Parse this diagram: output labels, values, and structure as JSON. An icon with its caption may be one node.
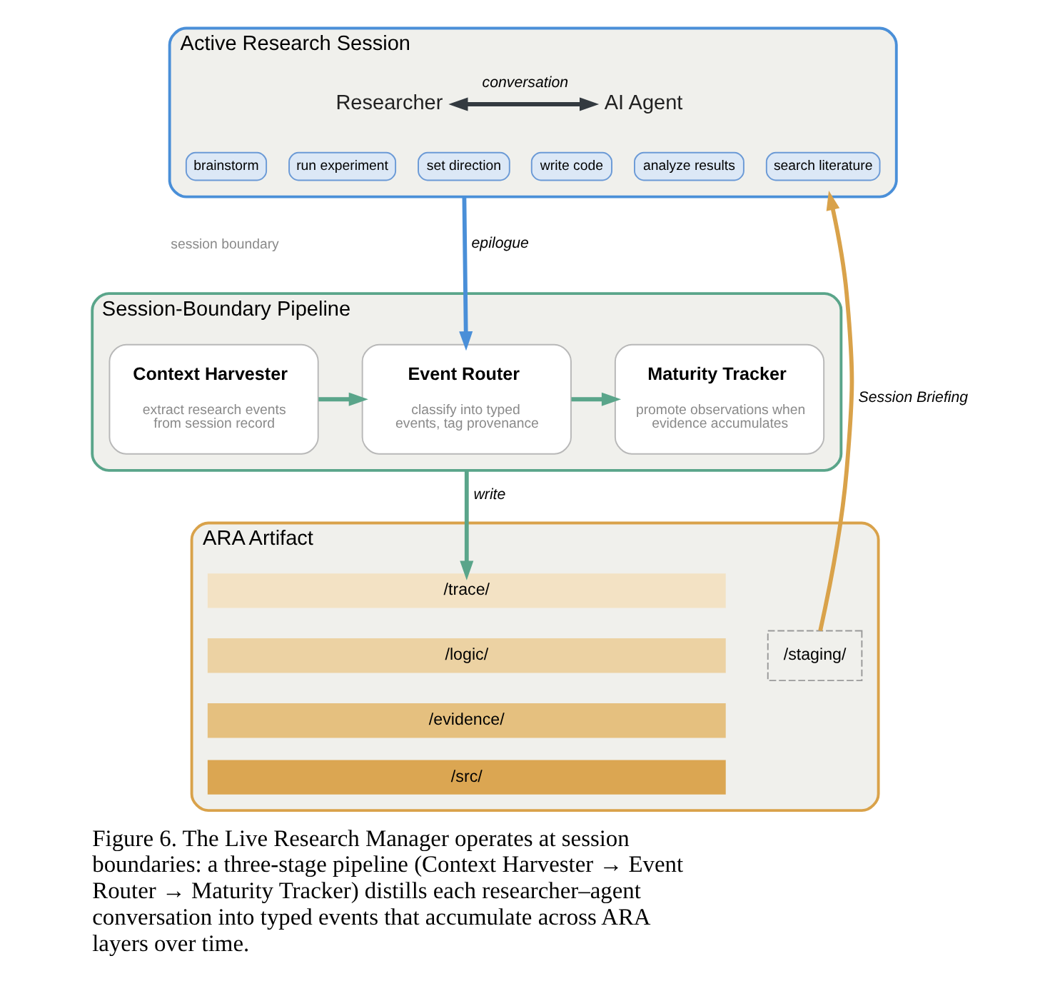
{
  "diagram": {
    "caption": "Figure 6. The Live Research Manager operates at session boundaries: a three-stage pipeline (Context Harvester → Event Router → Maturity Tracker) distills each researcher–agent conversation into typed events that accumulate across ARA layers over time.",
    "nodes": [
      {
        "text": [
          "Active Research Session"
        ]
      },
      {
        "text": [
          "Researcher"
        ],
        "in": 0
      },
      {
        "text": [
          "AI Agent"
        ],
        "in": 0
      },
      {
        "text": [
          "brainstorm"
        ],
        "in": 0
      },
      {
        "text": [
          "run experiment"
        ],
        "in": 0
      },
      {
        "text": [
          "set direction"
        ],
        "in": 0
      },
      {
        "text": [
          "write code"
        ],
        "in": 0
      },
      {
        "text": [
          "analyze results"
        ],
        "in": 0
      },
      {
        "text": [
          "search literature"
        ],
        "in": 0
      },
      {
        "text": [
          "Session-Boundary Pipeline"
        ]
      },
      {
        "text": [
          "Context Harvester",
          "extract research events from session record"
        ],
        "in": 9
      },
      {
        "text": [
          "Event Router",
          "classify into typed events, tag provenance"
        ],
        "in": 9
      },
      {
        "text": [
          "Maturity Tracker",
          "promote observations when evidence accumulates"
        ],
        "in": 9
      },
      {
        "text": [
          "ARA Artifact"
        ]
      },
      {
        "text": [
          "/trace/"
        ],
        "in": 13
      },
      {
        "text": [
          "/logic/"
        ],
        "in": 13
      },
      {
        "text": [
          "/evidence/"
        ],
        "in": 13
      },
      {
        "text": [
          "/src/"
        ],
        "in": 13
      },
      {
        "text": [
          "/staging/"
        ],
        "in": 13
      }
    ],
    "edges": [
      {
        "from": 1,
        "to": 2,
        "arrow": "both",
        "label": "conversation",
        "color": "#333a40"
      },
      {
        "from": 0,
        "to": 11,
        "arrow": "to",
        "label": "epilogue",
        "color": "#4a8fd8"
      },
      {
        "from": 10,
        "to": 11,
        "arrow": "to"
      },
      {
        "from": 11,
        "to": 12,
        "arrow": "to"
      },
      {
        "from": 9,
        "to": 14,
        "arrow": "to",
        "label": "write"
      },
      {
        "from": 18,
        "to": 0,
        "arrow": "to",
        "label": "Session Briefing",
        "color": "#d9a24a"
      }
    ],
    "labels": [
      "session boundary"
    ]
  }
}
